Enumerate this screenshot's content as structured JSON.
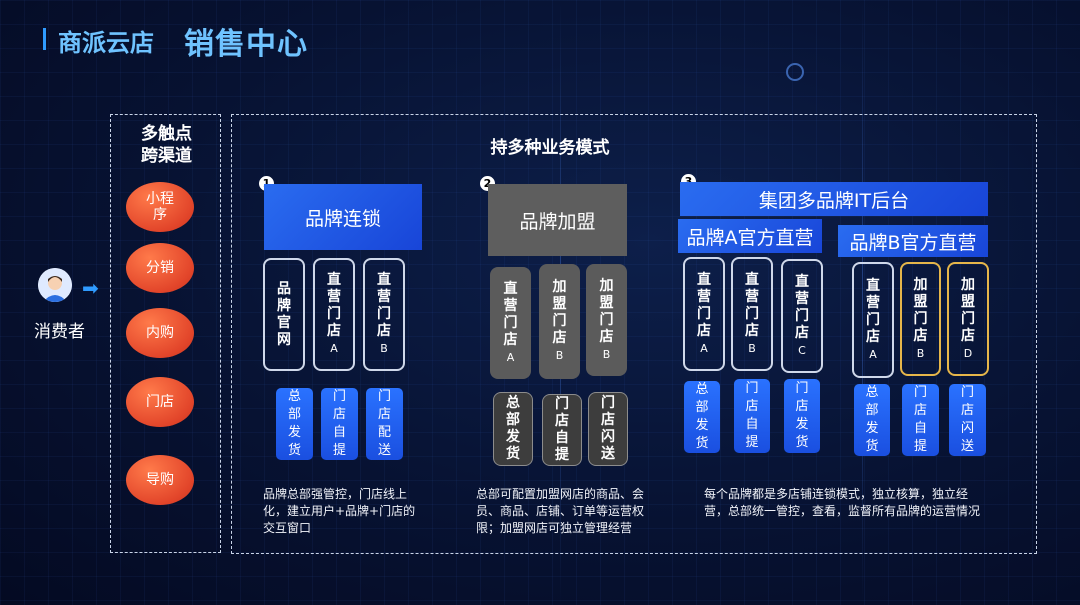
{
  "header": {
    "brand": "商派云店",
    "title": "销售中心"
  },
  "consumer": {
    "label": "消费者"
  },
  "touchpoints": {
    "title_line1": "多触点",
    "title_line2": "跨渠道",
    "channels": [
      "小程\n序",
      "分销",
      "内购",
      "门店",
      "导购"
    ]
  },
  "main": {
    "title": "持多种业务模式"
  },
  "mode1": {
    "number": "1",
    "title": "品牌连锁",
    "cards": [
      {
        "label": "品\n牌\n官\n网",
        "sub": ""
      },
      {
        "label": "直\n营\n门\n店",
        "sub": "A"
      },
      {
        "label": "直\n营\n门\n店",
        "sub": "B"
      }
    ],
    "fulfill": [
      "总\n部\n发\n货",
      "门\n店\n自\n提",
      "门\n店\n配\n送"
    ],
    "desc": "品牌总部强管控，门店线上化，建立用户+品牌+门店的交互窗口"
  },
  "mode2": {
    "number": "2",
    "title": "品牌加盟",
    "cards": [
      {
        "label": "直\n营\n门\n店",
        "sub": "A"
      },
      {
        "label": "加\n盟\n门\n店",
        "sub": "B"
      },
      {
        "label": "加\n盟\n门\n店",
        "sub": "B"
      }
    ],
    "fulfill": [
      "总\n部\n发\n货",
      "门\n店\n自\n提",
      "门\n店\n闪\n送"
    ],
    "desc": "总部可配置加盟网店的商品、会员、商品、店铺、订单等运营权限；加盟网店可独立管理经营"
  },
  "mode3": {
    "number": "3",
    "title": "集团多品牌IT后台",
    "brandA": {
      "title": "品牌A官方直营",
      "cards": [
        {
          "label": "直\n营\n门\n店",
          "sub": "A"
        },
        {
          "label": "直\n营\n门\n店",
          "sub": "B"
        },
        {
          "label": "直\n营\n门\n店",
          "sub": "C"
        }
      ],
      "fulfill": [
        "总\n部\n发\n货",
        "门\n店\n自\n提",
        "门\n店\n发\n货"
      ]
    },
    "brandB": {
      "title": "品牌B官方直营",
      "cards": [
        {
          "label": "直\n营\n门\n店",
          "sub": "A"
        },
        {
          "label": "加\n盟\n门\n店",
          "sub": "B"
        },
        {
          "label": "加\n盟\n门\n店",
          "sub": "D"
        }
      ],
      "fulfill": [
        "总\n部\n发\n货",
        "门\n店\n自\n提",
        "门\n店\n闪\n送"
      ]
    },
    "desc": "每个品牌都是多店铺连锁模式，独立核算，独立经营，总部统一管控，查看，监督所有品牌的运营情况"
  },
  "colors": {
    "accent": "#6fc3ff",
    "blue": "#1f5df0",
    "channel": "#e2452a",
    "gold": "#e6b64a"
  }
}
